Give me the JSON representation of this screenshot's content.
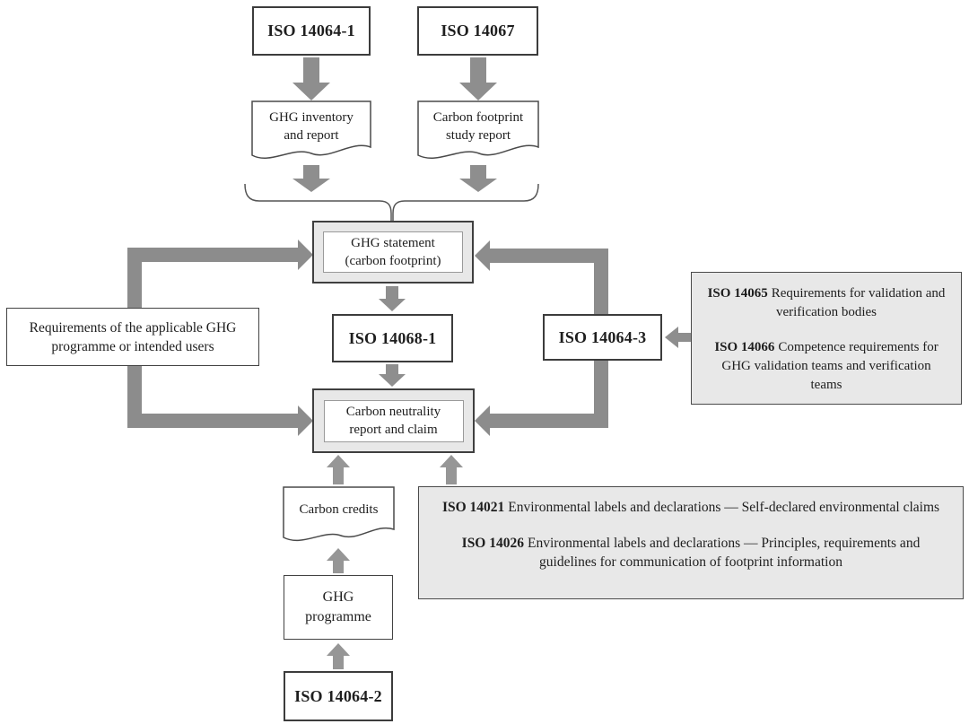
{
  "colors": {
    "arrow_gray": "#8e8e8e",
    "elbow_gray": "#8c8c8c",
    "box_border_dark": "#3c3c3c",
    "doc_border": "#4a4a4a",
    "note_fill": "#e8e8e8",
    "text": "#1e1e1e",
    "background": "#ffffff"
  },
  "nodes": {
    "iso_14064_1": {
      "label": "ISO 14064-1"
    },
    "iso_14067": {
      "label": "ISO 14067"
    },
    "ghg_inventory": {
      "line1": "GHG inventory",
      "line2": "and report"
    },
    "carbon_footprint_study": {
      "line1": "Carbon footprint",
      "line2": "study report"
    },
    "ghg_statement": {
      "line1": "GHG statement",
      "line2": "(carbon footprint)"
    },
    "requirements": {
      "line1": "Requirements of the applicable GHG",
      "line2": "programme or intended users"
    },
    "iso_14068_1": {
      "label": "ISO 14068-1"
    },
    "iso_14064_3": {
      "label": "ISO 14064-3"
    },
    "carbon_neutrality": {
      "line1": "Carbon neutrality",
      "line2": "report and claim"
    },
    "carbon_credits": {
      "label": "Carbon credits"
    },
    "ghg_programme": {
      "line1": "GHG",
      "line2": "programme"
    },
    "iso_14064_2": {
      "label": "ISO 14064-2"
    },
    "validation_note": {
      "entries": [
        {
          "code": "ISO 14065",
          "text": "Requirements for validation and verification bodies"
        },
        {
          "code": "ISO 14066",
          "text": "Competence requirements for GHG validation teams and verification teams"
        }
      ]
    },
    "labels_note": {
      "entries": [
        {
          "code": "ISO 14021",
          "text": "Environmental labels and declarations — Self-declared environmental claims"
        },
        {
          "code": "ISO 14026",
          "text": "Environmental labels and declarations — Principles, requirements and guidelines for communication of footprint information"
        }
      ]
    }
  }
}
